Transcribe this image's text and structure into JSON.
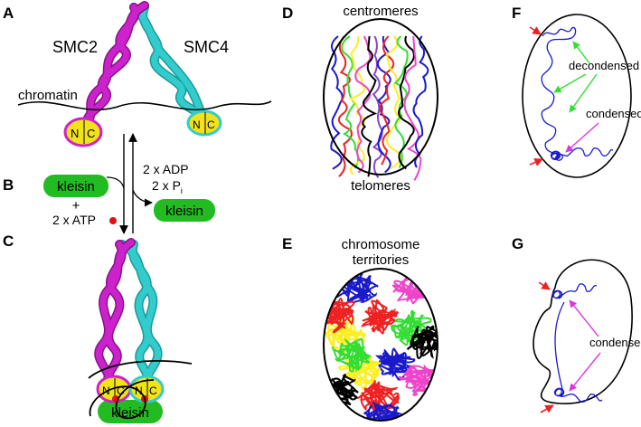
{
  "panels": {
    "A": {
      "letter": "A",
      "smc2_label": "SMC2",
      "smc4_label": "SMC4",
      "chromatin_label": "chromatin",
      "head_left_n": "N",
      "head_left_c": "C",
      "head_right_n": "N",
      "head_right_c": "C"
    },
    "B": {
      "letter": "B",
      "kleisin_left": "kleisin",
      "plus": "+",
      "atp": "2 x ATP",
      "adp": "2 x ADP",
      "pi_main": "2 x P",
      "pi_sub": "i",
      "kleisin_right": "kleisin"
    },
    "C": {
      "letter": "C",
      "head_left_n": "N",
      "head_left_c": "C",
      "head_right_n": "N",
      "head_right_c": "C",
      "kleisin": "kleisin"
    },
    "D": {
      "letter": "D",
      "top_label": "centromeres",
      "bottom_label": "telomeres"
    },
    "E": {
      "letter": "E",
      "label_line1": "chromosome",
      "label_line2": "territories"
    },
    "F": {
      "letter": "F",
      "decondensed": "decondensed",
      "condensed": "condensed"
    },
    "G": {
      "letter": "G",
      "condensed": "condensed"
    }
  },
  "colors": {
    "smc2": "#cc22cc",
    "smc4": "#33cccc",
    "head": "#f2e21a",
    "kleisin": "#22bb22",
    "atp_dot": "#dd1111",
    "chromatin": "#000000",
    "chromosome_blue": "#1a1acc",
    "arrow_green": "#33dd33",
    "arrow_magenta": "#dd33dd",
    "arrow_red": "#ee2222",
    "territory_palette": [
      "#1a1acc",
      "#ee44cc",
      "#ffee22",
      "#ee2222",
      "#33dd33",
      "#000000"
    ]
  }
}
